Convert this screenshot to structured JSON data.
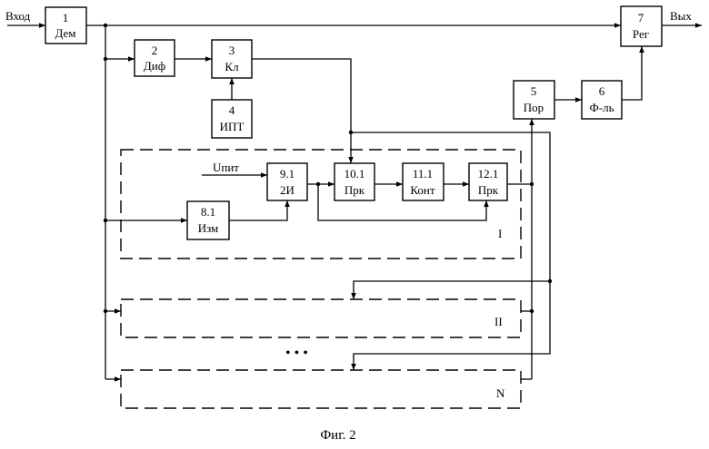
{
  "labels": {
    "input": "Вход",
    "output": "Вых",
    "supply": "Uпит",
    "ellipsis": "• • •",
    "caption": "Фиг. 2"
  },
  "blocks": [
    {
      "id": "b1",
      "num": "1",
      "name": "Дем"
    },
    {
      "id": "b2",
      "num": "2",
      "name": "Диф"
    },
    {
      "id": "b3",
      "num": "3",
      "name": "Кл"
    },
    {
      "id": "b4",
      "num": "4",
      "name": "ИПТ"
    },
    {
      "id": "b5",
      "num": "5",
      "name": "Пор"
    },
    {
      "id": "b6",
      "num": "6",
      "name": "Ф-ль"
    },
    {
      "id": "b7",
      "num": "7",
      "name": "Рег"
    },
    {
      "id": "b8",
      "num": "8.1",
      "name": "Изм"
    },
    {
      "id": "b9",
      "num": "9.1",
      "name": "2И"
    },
    {
      "id": "b10",
      "num": "10.1",
      "name": "Прк"
    },
    {
      "id": "b11",
      "num": "11.1",
      "name": "Конт"
    },
    {
      "id": "b12",
      "num": "12.1",
      "name": "Прк"
    }
  ],
  "channels": [
    {
      "id": "ch1",
      "label": "I"
    },
    {
      "id": "ch2",
      "label": "II"
    },
    {
      "id": "ch3",
      "label": "N"
    }
  ]
}
